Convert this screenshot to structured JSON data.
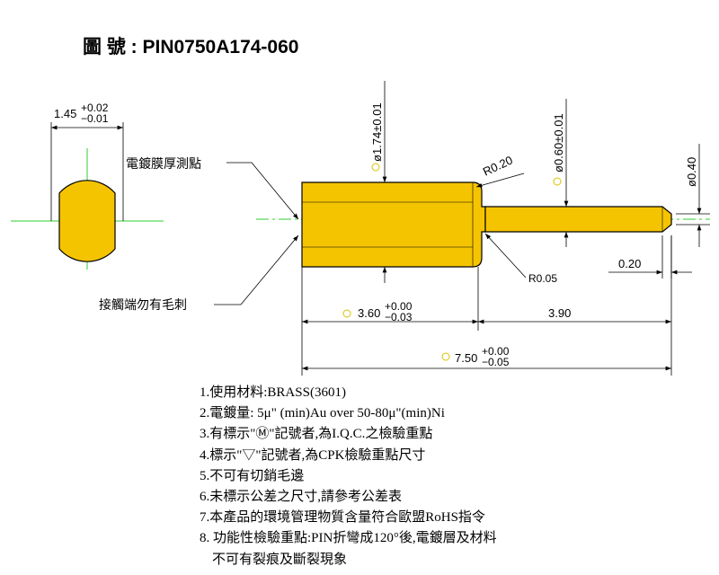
{
  "title": "圖  號 : PIN0750A174-060",
  "drawing": {
    "left_view": {
      "dimension": "1.45",
      "tolerance_upper": "+0.02",
      "tolerance_lower": "−0.01"
    },
    "callouts": {
      "plating_measure_point": "電鍍膜厚測點",
      "contact_end_no_burr": "接觸端勿有毛刺"
    },
    "dims": {
      "head_diameter": "ø1.74±0.01",
      "radius_top": "R0.20",
      "shaft_diameter": "ø0.60±0.01",
      "tip_diameter": "ø0.40",
      "radius_bottom": "R0.05",
      "tip_length": "0.20",
      "head_length": "3.60",
      "head_length_upper": "+0.00",
      "head_length_lower": "−0.03",
      "shaft_length": "3.90",
      "total_length": "7.50",
      "total_length_upper": "+0.00",
      "total_length_lower": "−0.05"
    },
    "colors": {
      "body_fill": "#f5c400",
      "outline": "#000000",
      "centerline": "#2fcf2f",
      "marker": "#d9c200"
    }
  },
  "notes": [
    "1.使用材料:BRASS(3601)",
    "2.電鍍量:  5μ\" (min)Au over 50-80μ\"(min)Ni",
    "3.有標示\"Ⓜ\"記號者,為I.Q.C.之檢驗重點",
    "4.標示\"▽\"記號者,為CPK檢驗重點尺寸",
    "5.不可有切銷毛邊",
    "6.未標示公差之尺寸,請參考公差表",
    "7.本產品的環境管理物質含量符合歐盟RoHS指令",
    "8. 功能性檢驗重點:PIN折彎成120°後,電鍍層及材料",
    "不可有裂痕及斷裂現象"
  ]
}
